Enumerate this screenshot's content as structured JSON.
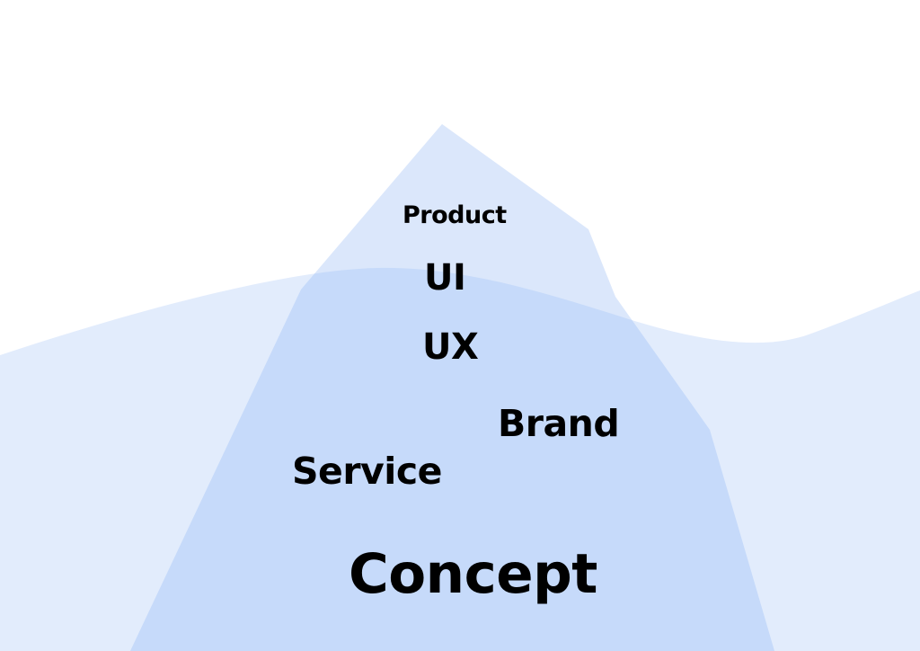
{
  "diagram": {
    "labels": {
      "product": "Product",
      "ui": "UI",
      "ux": "UX",
      "brand": "Brand",
      "service": "Service",
      "concept": "Concept"
    },
    "colors": {
      "background": "#ffffff",
      "water": "#e2ecfc",
      "iceberg_above": "#dbe7fb",
      "iceberg_below": "#c6dafa",
      "text": "#000000"
    }
  }
}
